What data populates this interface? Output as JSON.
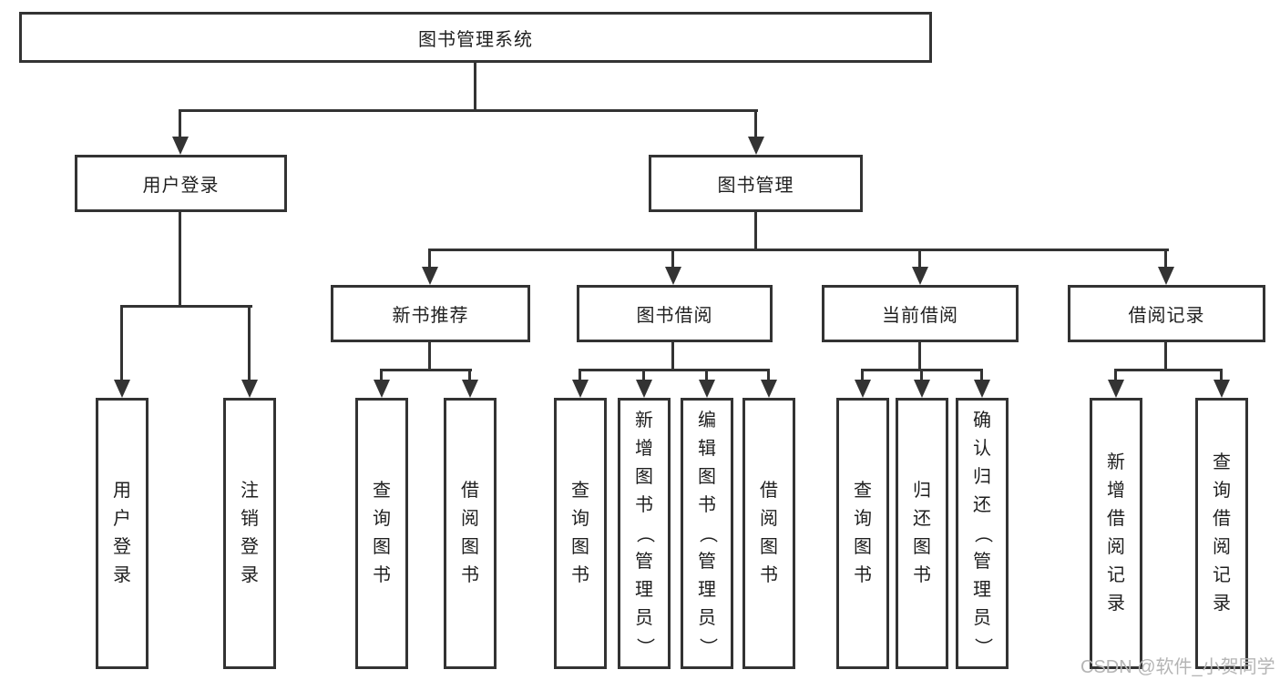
{
  "diagram_title": "图书管理系统",
  "nodes": {
    "root": {
      "label": "图书管理系统"
    },
    "user_login": {
      "label": "用户登录"
    },
    "book_management": {
      "label": "图书管理"
    },
    "new_book_recommend": {
      "label": "新书推荐"
    },
    "book_borrow": {
      "label": "图书借阅"
    },
    "current_borrow": {
      "label": "当前借阅"
    },
    "borrow_record": {
      "label": "借阅记录"
    },
    "leaves": {
      "user_login": {
        "label": "用户登录"
      },
      "logout": {
        "label": "注销登录"
      },
      "nb_query_book": {
        "label": "查询图书"
      },
      "nb_borrow_book": {
        "label": "借阅图书"
      },
      "bb_query_book": {
        "label": "查询图书"
      },
      "bb_add_book": {
        "label": "新增图书（管理员）"
      },
      "bb_edit_book": {
        "label": "编辑图书（管理员）"
      },
      "bb_borrow_book": {
        "label": "借阅图书"
      },
      "cb_query_book": {
        "label": "查询图书"
      },
      "cb_return_book": {
        "label": "归还图书"
      },
      "cb_confirm_return": {
        "label": "确认归还（管理员）"
      },
      "br_add_record": {
        "label": "新增借阅记录"
      },
      "br_query_record": {
        "label": "查询借阅记录"
      }
    }
  },
  "watermark": {
    "text": "CSDN @软件_小贺同学"
  },
  "colors": {
    "line": "#333333",
    "text": "#1f1f1f",
    "watermark": "#b5b5b5",
    "background": "#ffffff"
  }
}
